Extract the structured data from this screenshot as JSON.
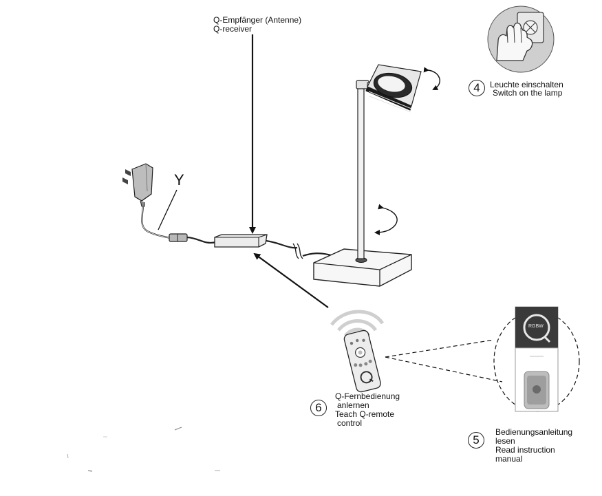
{
  "receiver_label": {
    "de": "Q-Empfänger (Antenne)",
    "en": "Q-receiver"
  },
  "cable_label": "Y",
  "step4": {
    "number": "4",
    "de": "Leuchte einschalten",
    "en": "Switch on the lamp"
  },
  "step5": {
    "number": "5",
    "de": "Bedienungsanleitung",
    "de2": "lesen",
    "en": "Read instruction",
    "en2": "manual"
  },
  "step6": {
    "number": "6",
    "de": "Q-Fernbedienung",
    "de2": "anlernen",
    "en": "Teach Q-remote",
    "en2": "control"
  },
  "manual": {
    "badge": "RGBW",
    "brand": "Q"
  }
}
